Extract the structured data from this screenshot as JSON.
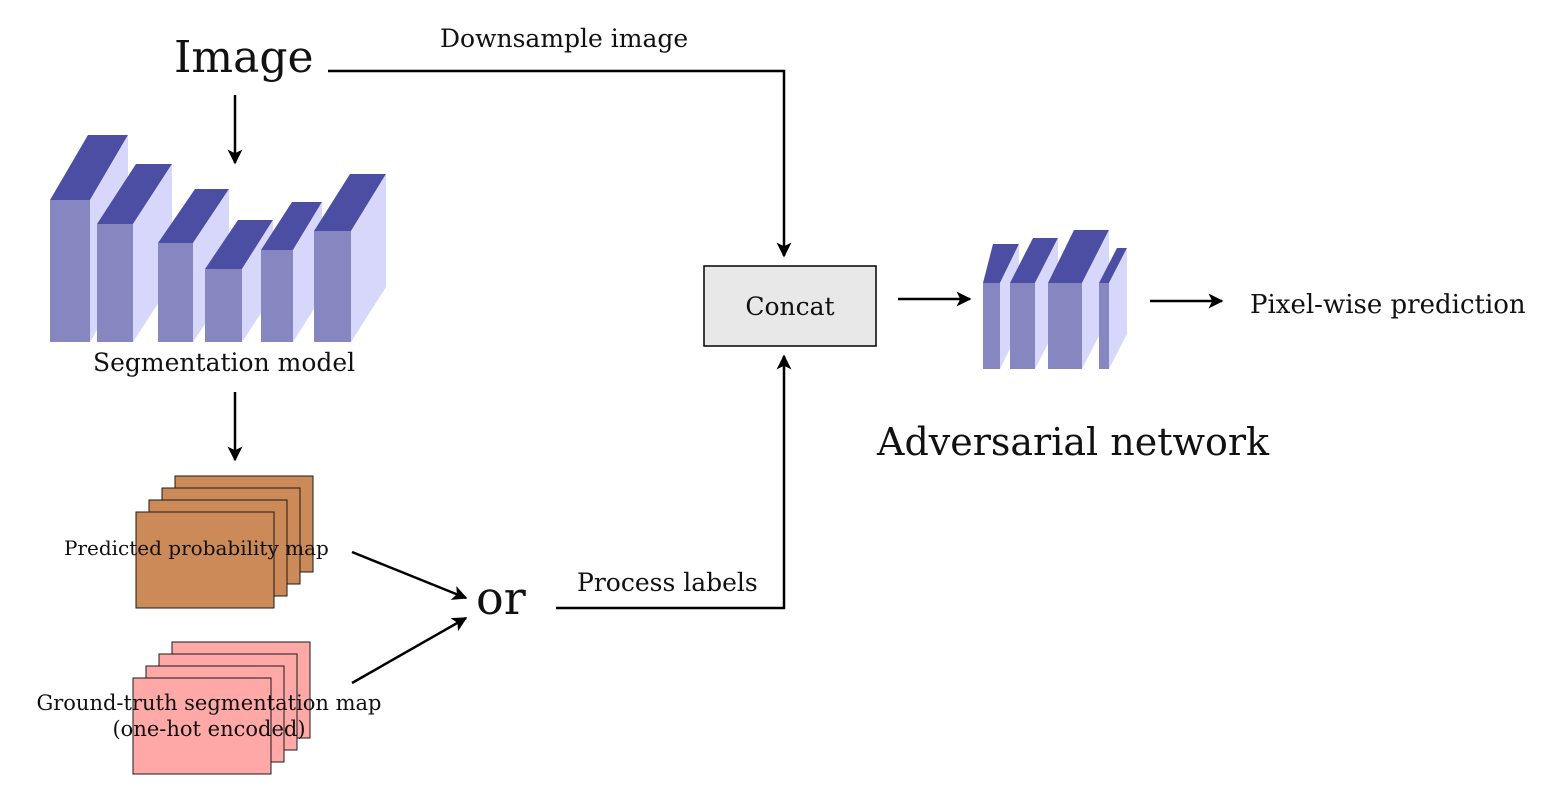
{
  "labels": {
    "image": "Image",
    "downsample_image": "Downsample image",
    "segmentation_model": "Segmentation model",
    "concat": "Concat",
    "pixel_wise_prediction": "Pixel-wise prediction",
    "adversarial_network": "Adversarial network",
    "predicted_probability_map": "Predicted probability map",
    "or": "or",
    "process_labels": "Process labels",
    "ground_truth_line1": "Ground-truth segmentation map",
    "ground_truth_line2": "(one-hot encoded)"
  },
  "colors": {
    "layer_top": "#4b4ea3",
    "layer_front": "#8687c0",
    "layer_side": "#d6d7fb",
    "prob_map_fill": "#cc8a58",
    "ground_truth_fill": "#ffa8a8",
    "concat_fill": "#e8e8e8",
    "stroke": "#000000"
  },
  "icons": {
    "segmentation_model": "cnn-layers-icon",
    "adversarial_network": "cnn-layers-icon",
    "probability_map": "stacked-maps-icon",
    "ground_truth_map": "stacked-maps-icon"
  }
}
